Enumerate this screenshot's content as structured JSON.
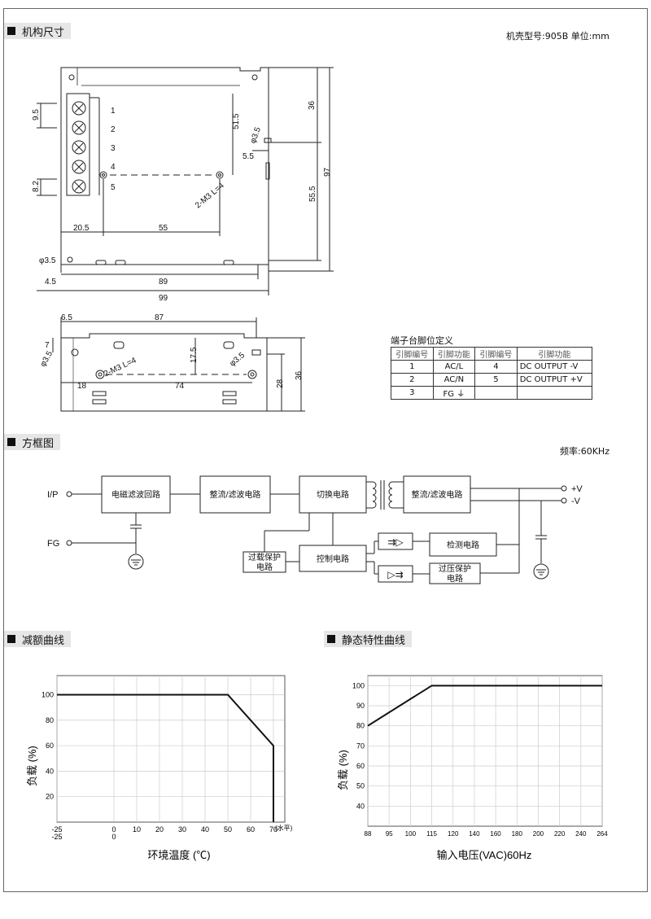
{
  "sections": {
    "mech": "机构尺寸",
    "block": "方框图",
    "derating": "减额曲线",
    "static": "静态特性曲线"
  },
  "case_model": "机壳型号:905B 单位:mm",
  "frequency": "频率:60KHz",
  "dims": {
    "d9_5": "9.5",
    "d8_2": "8.2",
    "d20_5": "20.5",
    "d55": "55",
    "d89": "89",
    "d99": "99",
    "d4_5": "4.5",
    "d51_5": "51.5",
    "d5_5": "5.5",
    "d36": "36",
    "d55_5": "55.5",
    "d97": "97",
    "phi3_5": "φ3.5",
    "m3": "2-M3 L=4",
    "d6_5": "6.5",
    "d87": "87",
    "d7": "7",
    "d17_5": "17.5",
    "d18": "18",
    "d74": "74",
    "d28": "28",
    "t1": "1",
    "t2": "2",
    "t3": "3",
    "t4": "4",
    "t5": "5"
  },
  "pin_table": {
    "title": "端子台脚位定义",
    "headers": [
      "引脚编号",
      "引脚功能",
      "引脚编号",
      "引脚功能"
    ],
    "rows": [
      [
        "1",
        "AC/L",
        "4",
        "DC OUTPUT -V"
      ],
      [
        "2",
        "AC/N",
        "5",
        "DC OUTPUT +V"
      ],
      [
        "3",
        "FG ⏚",
        "",
        ""
      ]
    ]
  },
  "block_diagram": {
    "ip": "I/P",
    "fg": "FG",
    "emi": "电磁滤波回路",
    "rect1": "整流/滤波电路",
    "switch": "切换电路",
    "rect2": "整流/滤波电路",
    "overload_1": "过载保护",
    "overload_2": "电路",
    "control": "控制电路",
    "detect": "检测电路",
    "ovp_1": "过压保护",
    "ovp_2": "电路",
    "vplus": "+V",
    "vminus": "-V"
  },
  "chart_data": [
    {
      "type": "line",
      "ylabel": "负载 (%)",
      "xlabel": "环境温度 (℃)",
      "x_ticks": [
        "-25",
        "0",
        "10",
        "20",
        "30",
        "40",
        "50",
        "60",
        "70"
      ],
      "x_ticks_row2": [
        "-25",
        "0"
      ],
      "x_suffix": "(水平)",
      "y_ticks": [
        "100",
        "80",
        "60",
        "40",
        "20"
      ],
      "xlim": [
        -25,
        75
      ],
      "ylim": [
        0,
        115
      ],
      "series": [
        {
          "x": [
            -25,
            50,
            70,
            70
          ],
          "y": [
            100,
            100,
            60,
            0
          ]
        }
      ]
    },
    {
      "type": "line",
      "ylabel": "负载 (%)",
      "xlabel": "输入电压(VAC)60Hz",
      "x_ticks": [
        "88",
        "95",
        "100",
        "115",
        "120",
        "140",
        "160",
        "180",
        "200",
        "220",
        "240",
        "264"
      ],
      "y_ticks": [
        "100",
        "90",
        "80",
        "70",
        "60",
        "50",
        "40"
      ],
      "ylim": [
        30,
        105
      ],
      "series": [
        {
          "x": [
            88,
            115,
            264
          ],
          "y": [
            80,
            100,
            100
          ]
        }
      ]
    }
  ]
}
